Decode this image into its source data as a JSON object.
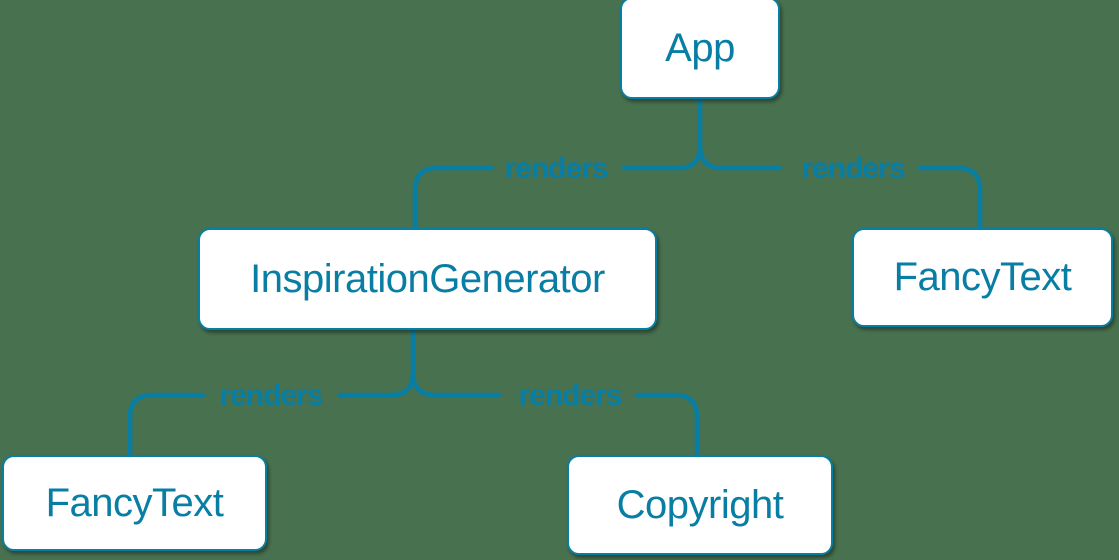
{
  "colors": {
    "background": "#48714F",
    "accent": "#087EA4",
    "node_fill": "#FFFFFF"
  },
  "nodes": [
    {
      "id": "app",
      "label": "App"
    },
    {
      "id": "inspiration_generator",
      "label": "InspirationGenerator"
    },
    {
      "id": "fancy_text_top_right",
      "label": "FancyText"
    },
    {
      "id": "fancy_text_bottom_left",
      "label": "FancyText"
    },
    {
      "id": "copyright",
      "label": "Copyright"
    }
  ],
  "edges": [
    {
      "from": "App",
      "to": "InspirationGenerator",
      "label": "renders"
    },
    {
      "from": "App",
      "to": "FancyText",
      "label": "renders"
    },
    {
      "from": "InspirationGenerator",
      "to": "FancyText",
      "label": "renders"
    },
    {
      "from": "InspirationGenerator",
      "to": "Copyright",
      "label": "renders"
    }
  ]
}
